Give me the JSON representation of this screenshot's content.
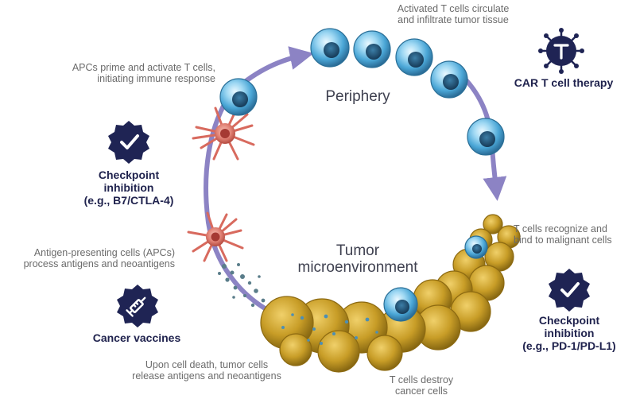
{
  "regions": {
    "periphery": "Periphery",
    "tumor": "Tumor\nmicroenvironment"
  },
  "steps": {
    "apc_process": "Antigen-presenting cells (APCs)\nprocess antigens and neoantigens",
    "apc_prime": "APCs prime and activate T cells,\ninitiating immune response",
    "t_circulate": "Activated T cells circulate\nand infiltrate tumor tissue",
    "t_recognize": "T cells recognize and\nbind to malignant cells",
    "t_destroy": "T cells destroy\ncancer cells",
    "cell_death": "Upon cell death, tumor cells\nrelease antigens and neoantigens"
  },
  "therapies": {
    "checkpoint_ctla4": "Checkpoint\ninhibition\n(e.g., B7/CTLA-4)",
    "cancer_vaccines": "Cancer vaccines",
    "car_t": "CAR T cell therapy",
    "checkpoint_pd1": "Checkpoint\ninhibition\n(e.g., PD-1/PD-L1)"
  },
  "icons": {
    "checkpoint_ctla4": "checkmark-badge-icon",
    "cancer_vaccines": "syringe-badge-icon",
    "car_t": "t-cell-badge-icon",
    "checkpoint_pd1": "checkmark-badge-icon"
  },
  "colors": {
    "cycle_arrow": "#8c83c4",
    "badge": "#1f2454",
    "t_cell": "#55b3e0",
    "apc": "#e27b70",
    "tumor_cell": "#c9a12a",
    "annotation_text": "#6b6b6b",
    "therapy_text": "#20234e"
  }
}
